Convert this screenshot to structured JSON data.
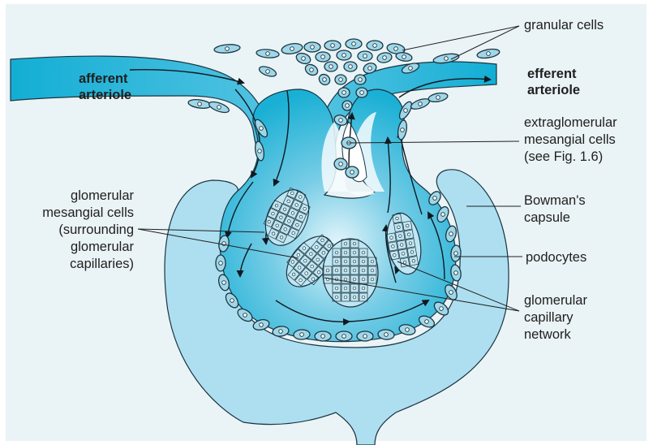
{
  "diagram": {
    "labels": {
      "granular_cells": "granular cells",
      "afferent_line1": "afferent",
      "afferent_line2": "arteriole",
      "efferent_line1": "efferent",
      "efferent_line2": "arteriole",
      "extraglomerular_line1": "extraglomerular",
      "extraglomerular_line2": "mesangial cells",
      "extraglomerular_line3": "(see Fig. 1.6)",
      "glom_mesangial_line1": "glomerular",
      "glom_mesangial_line2": "mesangial cells",
      "glom_mesangial_line3": "(surrounding",
      "glom_mesangial_line4": "glomerular",
      "glom_mesangial_line5": "capillaries)",
      "bowmans_line1": "Bowman's",
      "bowmans_line2": "capsule",
      "podocytes": "podocytes",
      "capillary_line1": "glomerular",
      "capillary_line2": "capillary",
      "capillary_line3": "network"
    },
    "colors": {
      "background": "#eaf3f6",
      "capsule": "#aedff0",
      "vessel": "#1ab2d6",
      "cell": "#9fd7e8",
      "outline": "#1a3440"
    }
  }
}
